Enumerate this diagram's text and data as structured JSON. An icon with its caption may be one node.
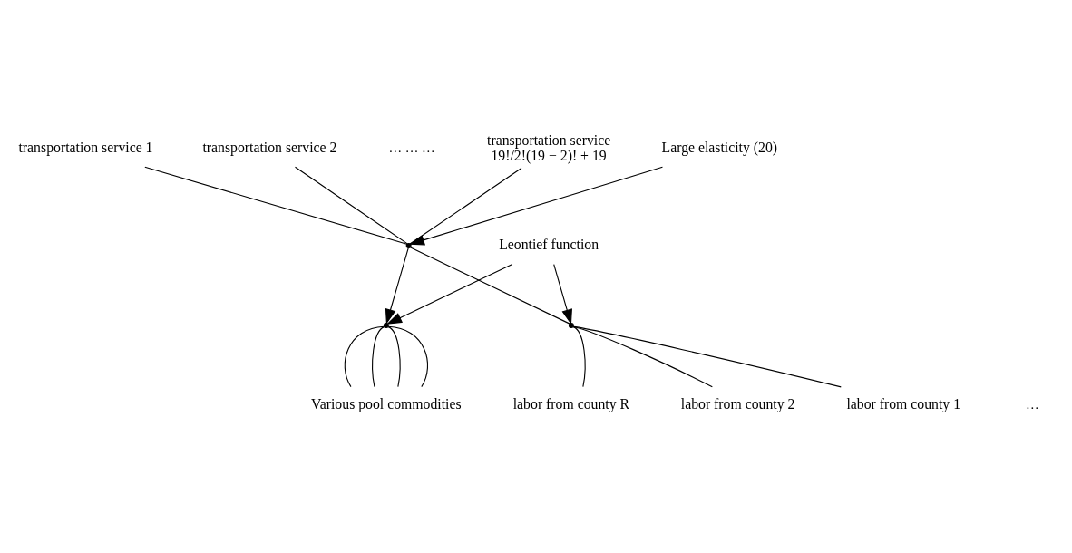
{
  "diagram": {
    "nodes": [
      {
        "text": [
          "transportation service 1"
        ]
      },
      {
        "text": [
          "transportation service 2"
        ]
      },
      {
        "text": [
          "transportation service",
          "19!/2!(19 − 2)! + 19"
        ]
      },
      {
        "text": [
          "Large elasticity (20)"
        ]
      },
      {
        "text": [],
        "shape": "point"
      },
      {
        "text": [
          "Leontief function"
        ]
      },
      {
        "text": [],
        "shape": "point"
      },
      {
        "text": [],
        "shape": "point"
      },
      {
        "text": [
          "labor from county 1"
        ]
      },
      {
        "text": [
          "labor from county 2"
        ]
      },
      {
        "text": [
          "labor from county R"
        ]
      },
      {
        "text": [
          "Various pool commodities"
        ]
      }
    ],
    "edges": [
      {
        "from": 0,
        "to": 4,
        "arrow": "none"
      },
      {
        "from": 1,
        "to": 4,
        "arrow": "none"
      },
      {
        "from": 2,
        "to": 4,
        "arrow": "none"
      },
      {
        "from": 3,
        "to": 4,
        "arrow": "to"
      },
      {
        "from": 4,
        "to": 6,
        "arrow": "to"
      },
      {
        "from": 4,
        "to": 7,
        "arrow": "none"
      },
      {
        "from": 5,
        "to": 6,
        "arrow": "to"
      },
      {
        "from": 5,
        "to": 7,
        "arrow": "to"
      },
      {
        "from": 8,
        "to": 7,
        "arrow": "none"
      },
      {
        "from": 9,
        "to": 7,
        "arrow": "none"
      },
      {
        "from": 10,
        "to": 7,
        "arrow": "none"
      },
      {
        "from": 6,
        "to": 11,
        "arrow": "none"
      },
      {
        "from": 6,
        "to": 11,
        "arrow": "none"
      },
      {
        "from": 6,
        "to": 11,
        "arrow": "none"
      },
      {
        "from": 6,
        "to": 11,
        "arrow": "none"
      }
    ],
    "labels": [
      "… … …",
      "…"
    ]
  }
}
